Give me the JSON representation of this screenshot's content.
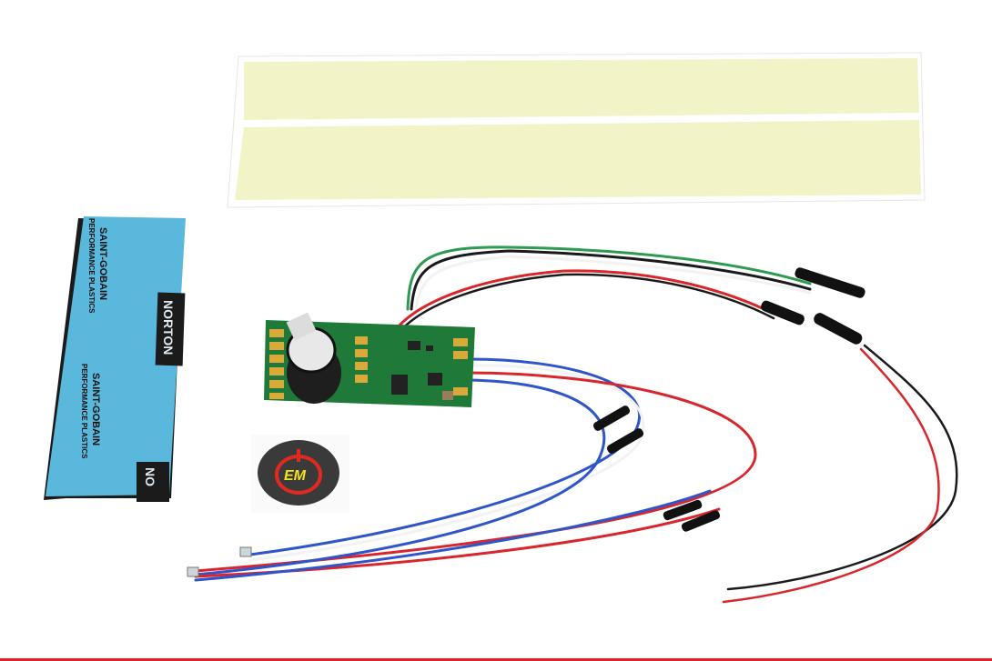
{
  "scene": {
    "colors": {
      "background": "#ffffff",
      "foam_pad": "#5bb8dd",
      "tape_strip": "#f2f4c8",
      "pcb": "#1f7a3a",
      "pad_gold": "#d9a93a",
      "wire_red": "#d8262c",
      "wire_blue": "#2f55c8",
      "wire_white": "#f2f2f2",
      "wire_black": "#1a1a1a",
      "wire_green": "#2e9a4f",
      "logo_disc": "#3a3a3a",
      "logo_ring": "#e02a20",
      "logo_text": "#f2e21b",
      "bottom_rule": "#e0242a"
    },
    "foam_pad": {
      "brand_line1": "SAINT-GOBAIN",
      "brand_line2": "PERFORMANCE PLASTICS",
      "liner_text_top": "NORTON",
      "liner_text_bottom": "NO"
    },
    "logo_sticker": {
      "text": "EM"
    }
  }
}
